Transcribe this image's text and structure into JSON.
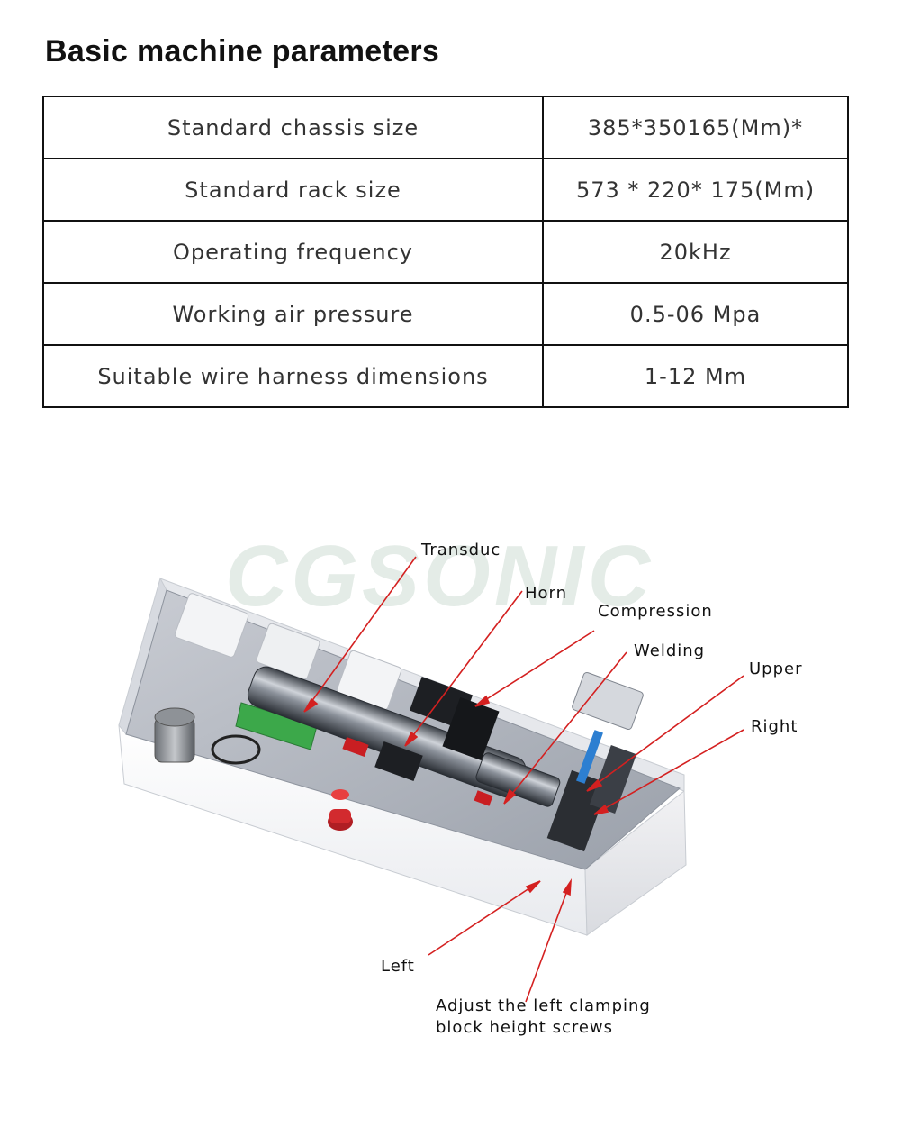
{
  "title": "Basic machine parameters",
  "parameters": [
    {
      "name": "Standard chassis size",
      "value": "385*350165(Mm)*"
    },
    {
      "name": "Standard rack size",
      "value": "573 * 220* 175(Mm)"
    },
    {
      "name": "Operating frequency",
      "value": "20kHz"
    },
    {
      "name": "Working air pressure",
      "value": "0.5-06 Mpa"
    },
    {
      "name": "Suitable wire harness dimensions",
      "value": "1-12 Mm"
    }
  ],
  "figure": {
    "watermark": "CGSONIC",
    "labels": {
      "transducer": "Transduc",
      "horn": "Horn",
      "compression": "Compression",
      "welding": "Welding",
      "upper": "Upper",
      "right": "Right",
      "left": "Left",
      "adjust_line1": "Adjust the left clamping",
      "adjust_line2": "block height screws"
    },
    "arrow_color": "#d42020"
  }
}
